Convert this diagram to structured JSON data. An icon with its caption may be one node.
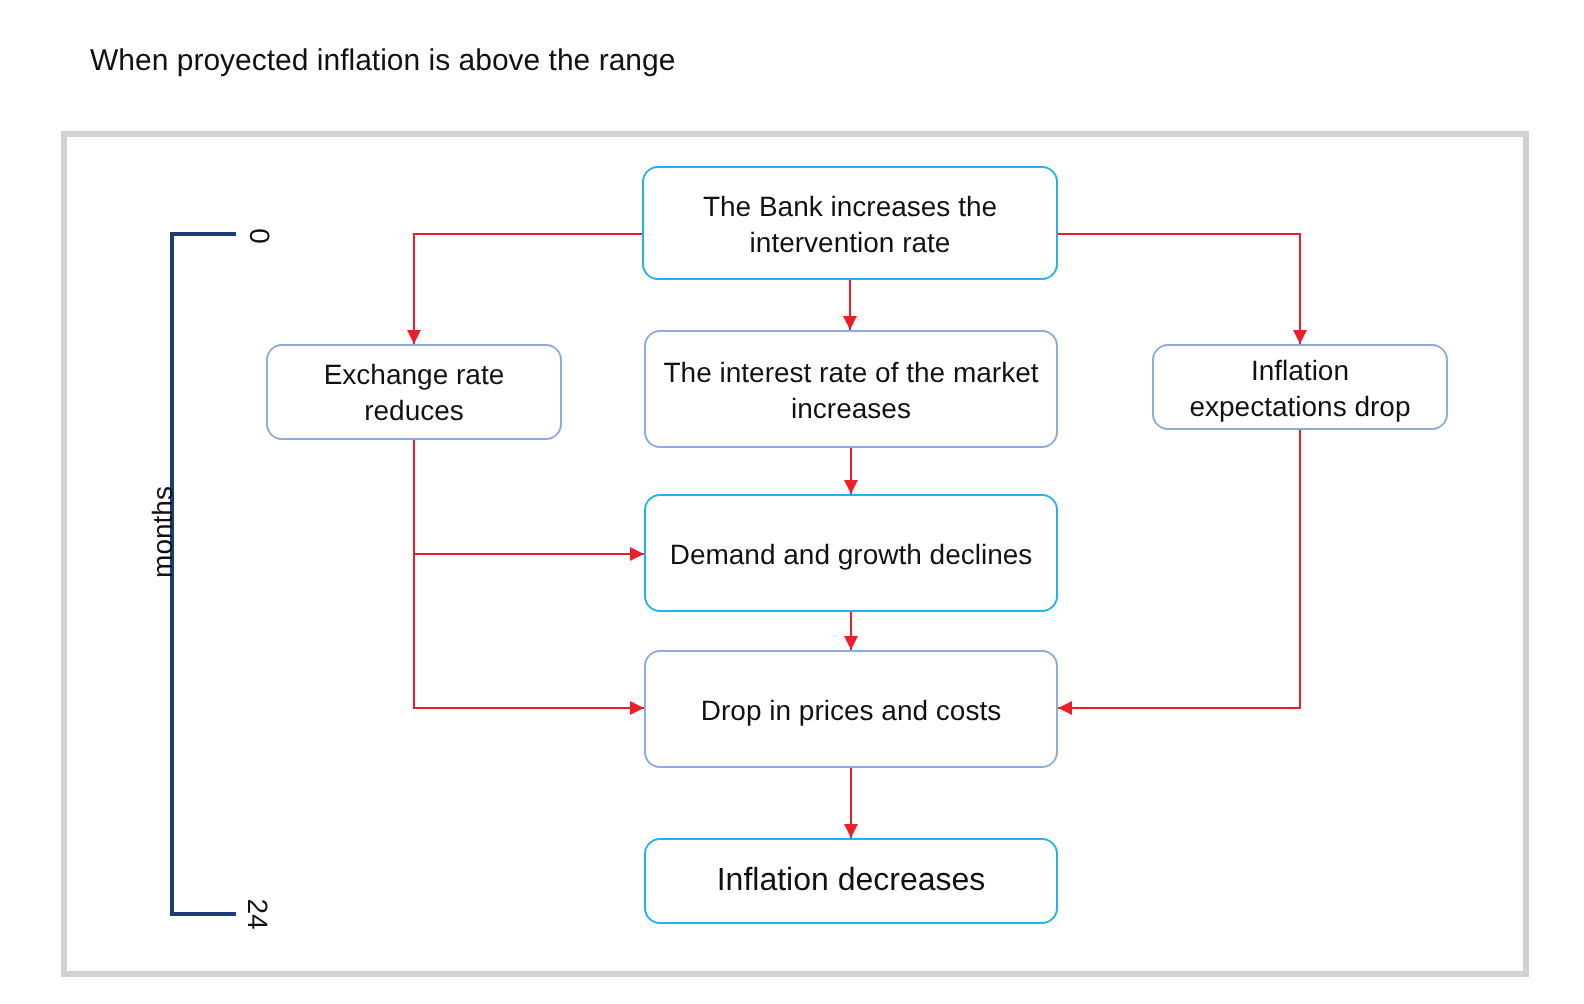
{
  "diagram": {
    "title": "When proyected inflation is above the range",
    "nodes": [
      {
        "text": [
          "The Bank increases the intervention rate"
        ]
      },
      {
        "text": [
          "Exchange rate reduces"
        ]
      },
      {
        "text": [
          "The interest rate of the market increases"
        ]
      },
      {
        "text": [
          "Inflation expectations drop"
        ]
      },
      {
        "text": [
          "Demand and growth declines"
        ]
      },
      {
        "text": [
          "Drop in prices and costs"
        ]
      },
      {
        "text": [
          "Inflation decreases"
        ]
      }
    ],
    "edges": [
      {
        "from": 0,
        "to": 1,
        "arrow": "to"
      },
      {
        "from": 0,
        "to": 2,
        "arrow": "to"
      },
      {
        "from": 0,
        "to": 3,
        "arrow": "to"
      },
      {
        "from": 2,
        "to": 4,
        "arrow": "to"
      },
      {
        "from": 1,
        "to": 4,
        "arrow": "to"
      },
      {
        "from": 4,
        "to": 5,
        "arrow": "to"
      },
      {
        "from": 1,
        "to": 5,
        "arrow": "to"
      },
      {
        "from": 3,
        "to": 5,
        "arrow": "to"
      },
      {
        "from": 5,
        "to": 6,
        "arrow": "to"
      }
    ],
    "labels": [
      "0",
      "months",
      "24"
    ]
  }
}
